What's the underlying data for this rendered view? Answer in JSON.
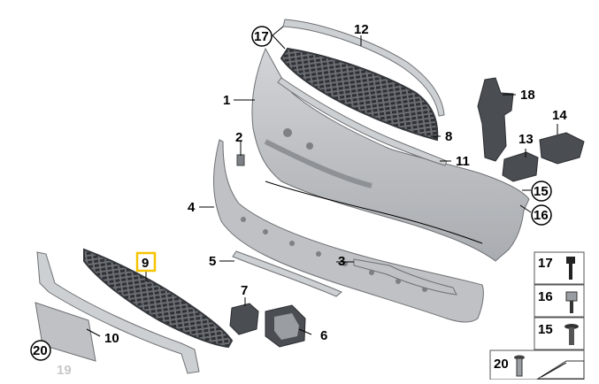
{
  "labels": {
    "l1": "1",
    "l2": "2",
    "l3": "3",
    "l4": "4",
    "l5": "5",
    "l6": "6",
    "l7": "7",
    "l8": "8",
    "l9": "9",
    "l10": "10",
    "l11": "11",
    "l12": "12",
    "l13": "13",
    "l14": "14",
    "l15": "15",
    "l16": "16",
    "l17": "17",
    "l18": "18",
    "l19": "19",
    "l20": "20"
  },
  "legend": {
    "l17": "17",
    "l16": "16",
    "l15": "15",
    "l20": "20"
  },
  "colors": {
    "highlight": "#f5c400",
    "part": "#bfc1c4",
    "outline": "#6e7073",
    "dark": "#4a4d52"
  }
}
